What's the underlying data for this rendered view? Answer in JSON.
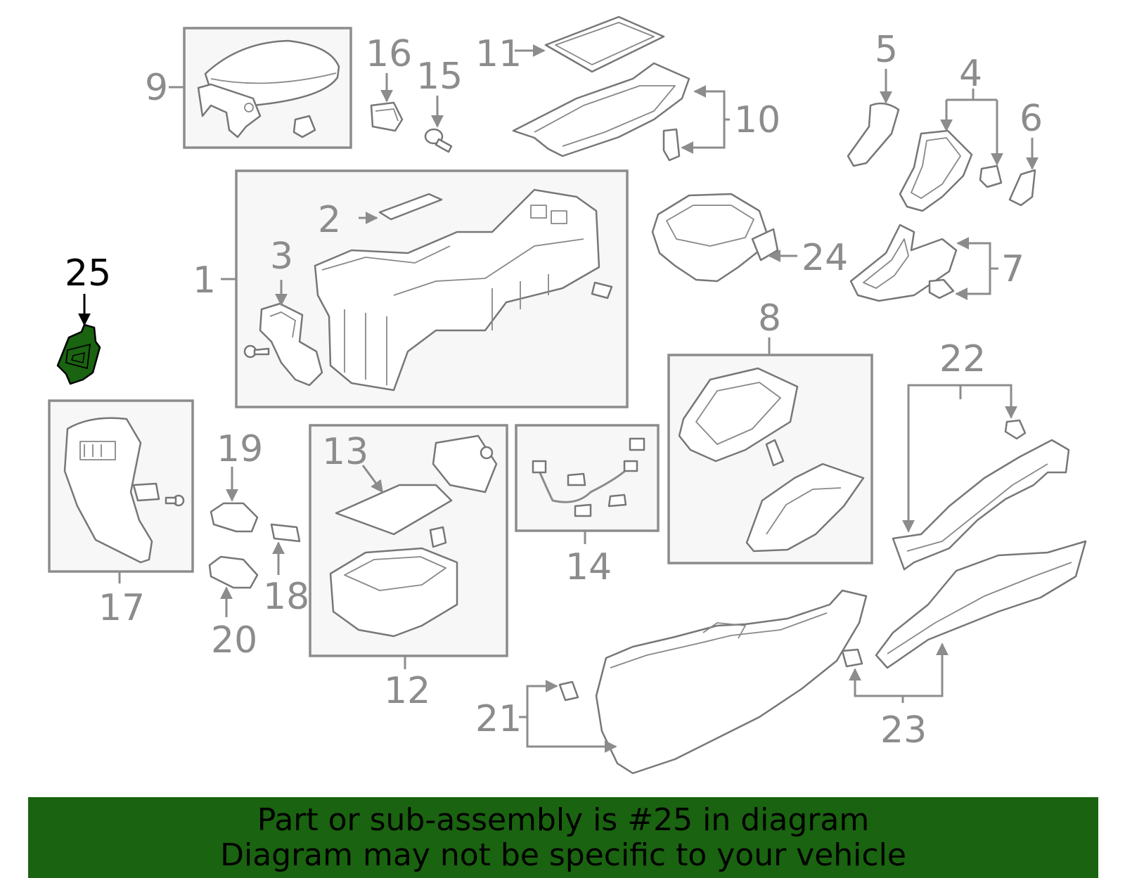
{
  "highlight_color": "#1a6310",
  "callouts": {
    "c1": "1",
    "c2": "2",
    "c3": "3",
    "c4": "4",
    "c5": "5",
    "c6": "6",
    "c7": "7",
    "c8": "8",
    "c9": "9",
    "c10": "10",
    "c11": "11",
    "c12": "12",
    "c13": "13",
    "c14": "14",
    "c15": "15",
    "c16": "16",
    "c17": "17",
    "c18": "18",
    "c19": "19",
    "c20": "20",
    "c21": "21",
    "c22": "22",
    "c23": "23",
    "c24": "24",
    "c25": "25"
  },
  "banner": {
    "line1": "Part or sub-assembly is #25 in diagram",
    "line2": "Diagram may not be specific to your vehicle"
  }
}
